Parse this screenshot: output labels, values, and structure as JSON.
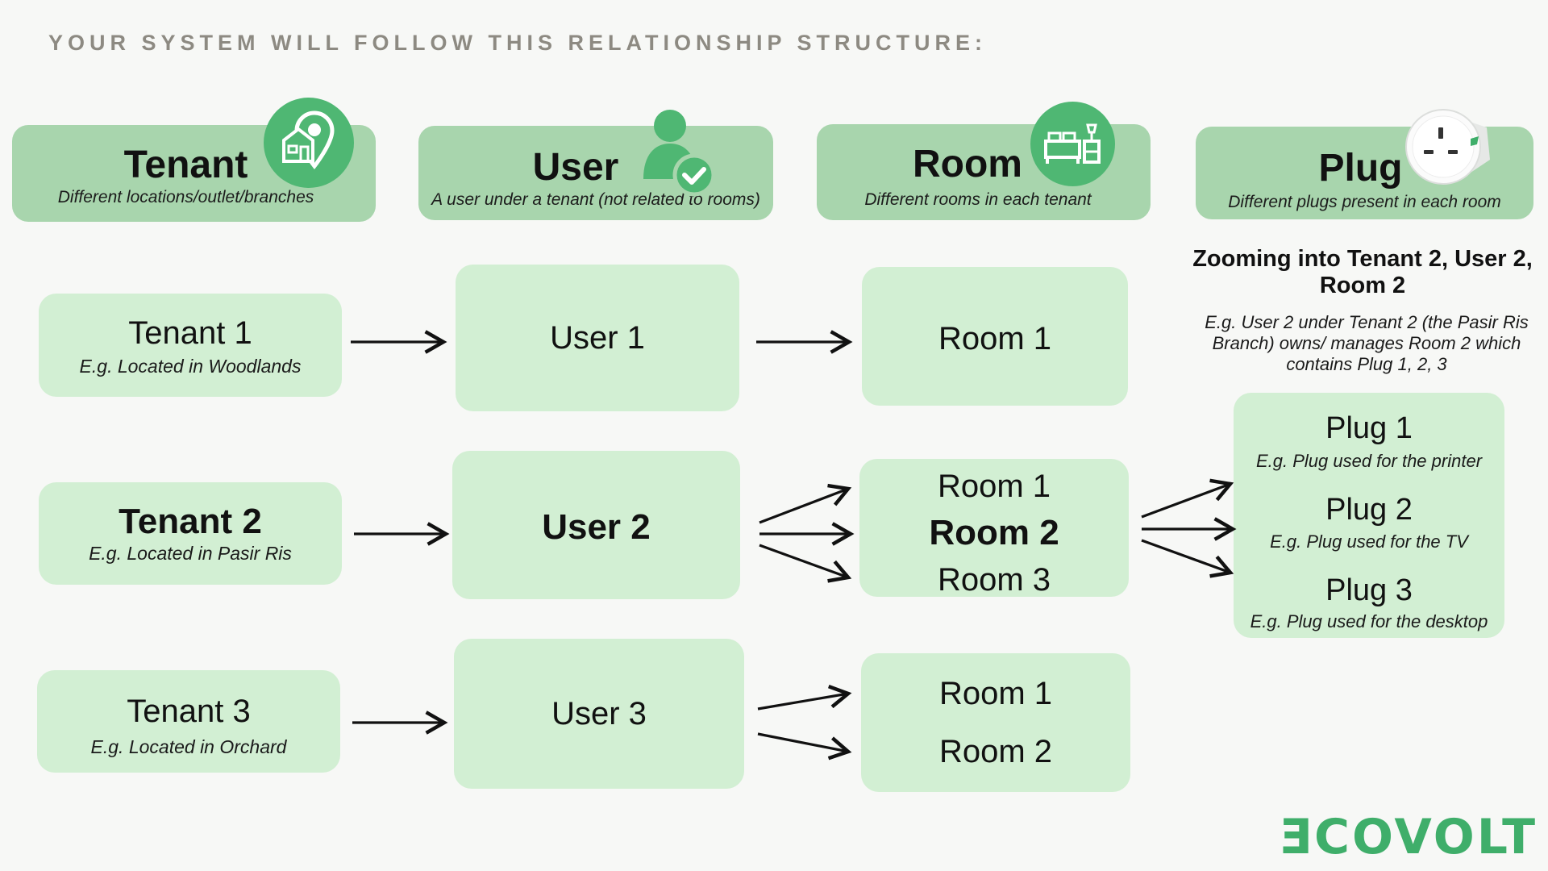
{
  "title": "YOUR SYSTEM WILL FOLLOW THIS RELATIONSHIP STRUCTURE:",
  "headers": {
    "tenant": {
      "title": "Tenant",
      "subtitle": "Different locations/outlet/branches",
      "icon": "house-location-icon"
    },
    "user": {
      "title": "User",
      "subtitle": "A user under a tenant (not related to rooms)",
      "icon": "user-check-icon"
    },
    "room": {
      "title": "Room",
      "subtitle": "Different rooms in each tenant",
      "icon": "bed-furniture-icon"
    },
    "plug": {
      "title": "Plug",
      "subtitle": "Different plugs present in each room",
      "icon": "smart-plug-icon"
    }
  },
  "rows": [
    {
      "tenant": {
        "name": "Tenant 1",
        "location": "E.g. Located in Woodlands"
      },
      "user": "User 1",
      "rooms": [
        "Room 1"
      ]
    },
    {
      "tenant": {
        "name": "Tenant 2",
        "location": "E.g. Located in Pasir Ris"
      },
      "user": "User 2",
      "rooms": [
        "Room 1",
        "Room 2",
        "Room 3"
      ]
    },
    {
      "tenant": {
        "name": "Tenant 3",
        "location": "E.g. Located in Orchard"
      },
      "user": "User 3",
      "rooms": [
        "Room 1",
        "Room 2"
      ]
    }
  ],
  "zoom": {
    "title": "Zooming into Tenant 2, User 2, Room 2",
    "description": "E.g. User 2 under Tenant 2 (the Pasir Ris Branch) owns/ manages Room 2 which contains Plug 1, 2, 3",
    "plugs": [
      {
        "name": "Plug 1",
        "usage": "E.g. Plug used for the printer"
      },
      {
        "name": "Plug 2",
        "usage": "E.g. Plug used for the TV"
      },
      {
        "name": "Plug 3",
        "usage": "E.g. Plug used for the desktop"
      }
    ]
  },
  "brand": {
    "logo": "ƎCOVOLT",
    "color": "#3fae6a"
  },
  "colors": {
    "header_box": "#a8d5ad",
    "node_box": "#d2efd3",
    "icon_circle": "#4fb773",
    "title_gray": "#8d8a82"
  }
}
